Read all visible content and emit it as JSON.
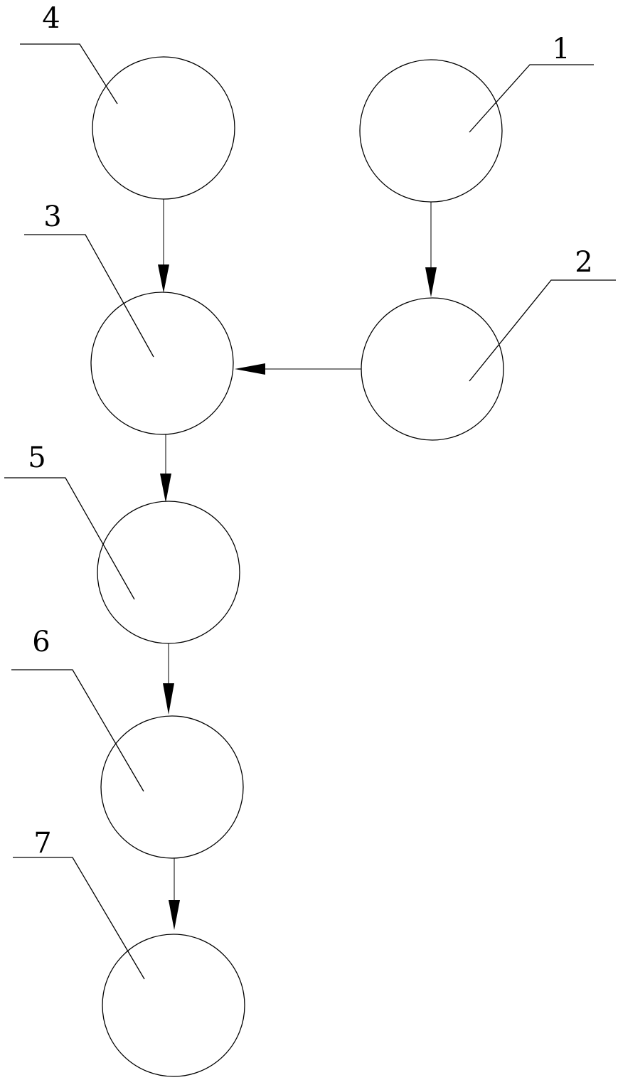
{
  "diagram": {
    "nodes": [
      {
        "id": "n1",
        "label": "1"
      },
      {
        "id": "n2",
        "label": "2"
      },
      {
        "id": "n3",
        "label": "3"
      },
      {
        "id": "n4",
        "label": "4"
      },
      {
        "id": "n5",
        "label": "5"
      },
      {
        "id": "n6",
        "label": "6"
      },
      {
        "id": "n7",
        "label": "7"
      }
    ],
    "edges": [
      {
        "from": "n4",
        "to": "n3"
      },
      {
        "from": "n1",
        "to": "n2"
      },
      {
        "from": "n2",
        "to": "n3"
      },
      {
        "from": "n3",
        "to": "n5"
      },
      {
        "from": "n5",
        "to": "n6"
      },
      {
        "from": "n6",
        "to": "n7"
      }
    ],
    "colors": {
      "stroke": "#000000",
      "background": "#ffffff"
    }
  }
}
